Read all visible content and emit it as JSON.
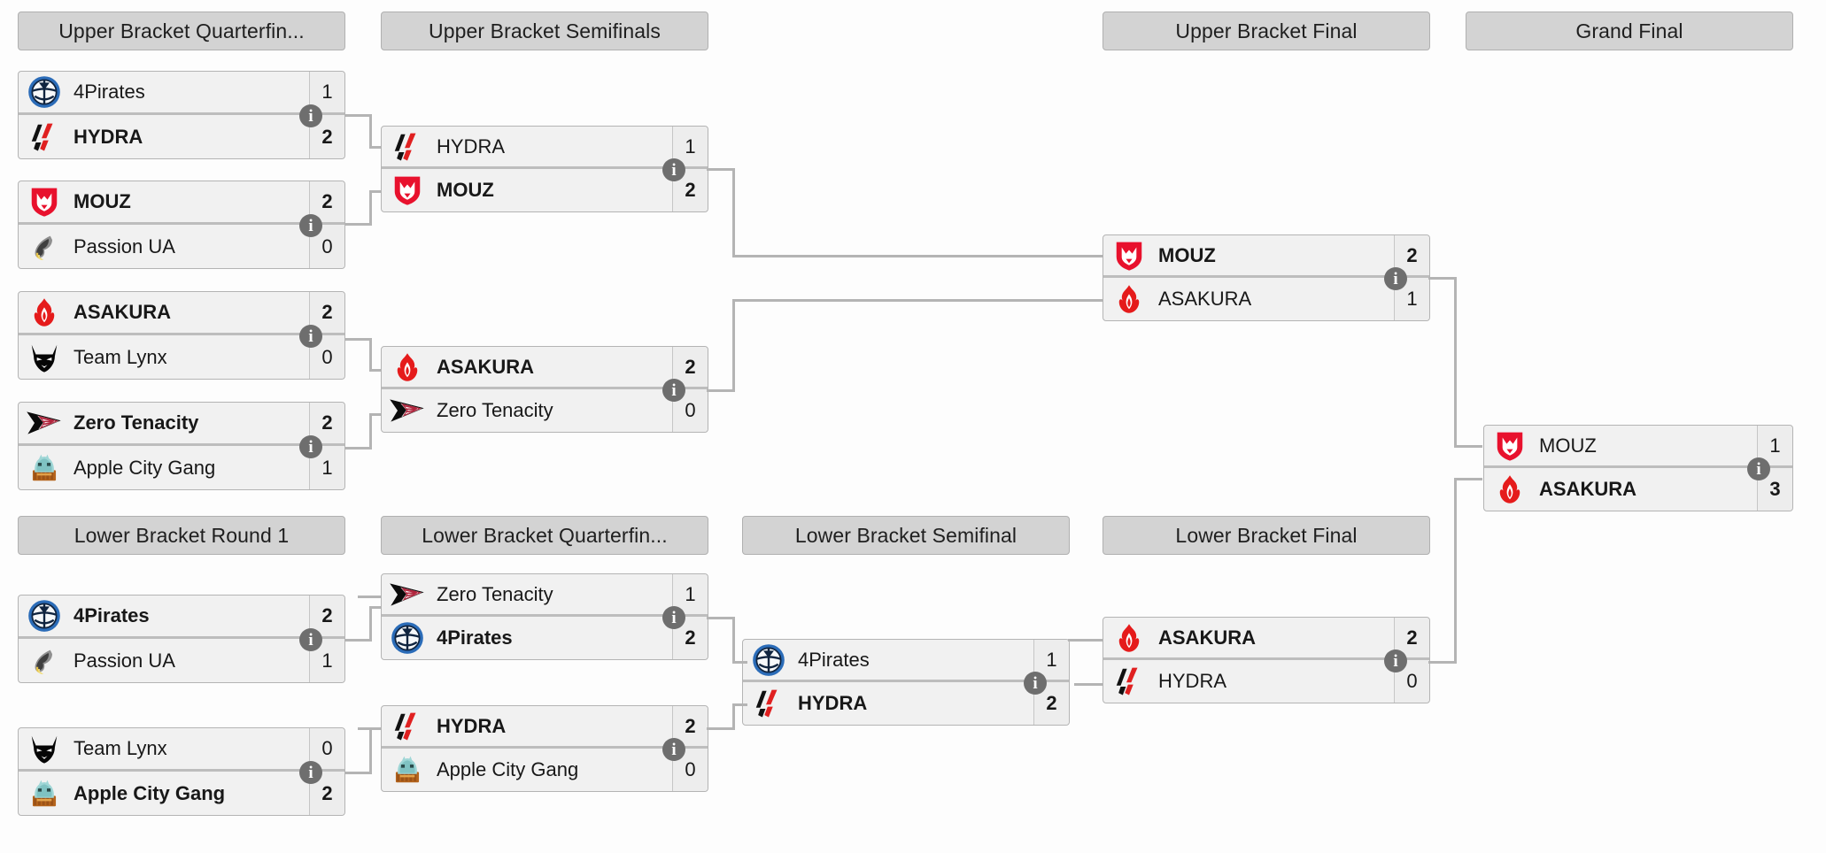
{
  "bracket": {
    "title": "Double Elimination Tournament Bracket",
    "info_glyph": "i",
    "colors": {
      "header_bg": "#d3d3d3",
      "match_bg": "#f1f1f1",
      "border": "#b4b4b4",
      "connector": "#b4b4b4",
      "badge": "#6e6e6e",
      "text": "#181818"
    },
    "rounds": [
      {
        "id": "ubqf",
        "label": "Upper Bracket Quarterfin..."
      },
      {
        "id": "ubsf",
        "label": "Upper Bracket Semifinals"
      },
      {
        "id": "ubf",
        "label": "Upper Bracket Final"
      },
      {
        "id": "gf",
        "label": "Grand Final"
      },
      {
        "id": "lbr1",
        "label": "Lower Bracket Round 1"
      },
      {
        "id": "lbqf",
        "label": "Lower Bracket Quarterfin..."
      },
      {
        "id": "lbsf",
        "label": "Lower Bracket Semifinal"
      },
      {
        "id": "lbf",
        "label": "Lower Bracket Final"
      }
    ],
    "matches": [
      {
        "id": "ubqf1",
        "round": "ubqf",
        "teams": [
          {
            "name": "4Pirates",
            "logo": "4pirates-logo",
            "score": "1",
            "winner": false
          },
          {
            "name": "HYDRA",
            "logo": "hydra-logo",
            "score": "2",
            "winner": true
          }
        ]
      },
      {
        "id": "ubqf2",
        "round": "ubqf",
        "teams": [
          {
            "name": "MOUZ",
            "logo": "mouz-logo",
            "score": "2",
            "winner": true
          },
          {
            "name": "Passion UA",
            "logo": "passionua-logo",
            "score": "0",
            "winner": false
          }
        ]
      },
      {
        "id": "ubqf3",
        "round": "ubqf",
        "teams": [
          {
            "name": "ASAKURA",
            "logo": "asakura-logo",
            "score": "2",
            "winner": true
          },
          {
            "name": "Team Lynx",
            "logo": "lynx-logo",
            "score": "0",
            "winner": false
          }
        ]
      },
      {
        "id": "ubqf4",
        "round": "ubqf",
        "teams": [
          {
            "name": "Zero Tenacity",
            "logo": "zerotenacity-logo",
            "score": "2",
            "winner": true
          },
          {
            "name": "Apple City Gang",
            "logo": "applecitygang-logo",
            "score": "1",
            "winner": false
          }
        ]
      },
      {
        "id": "ubsf1",
        "round": "ubsf",
        "teams": [
          {
            "name": "HYDRA",
            "logo": "hydra-logo",
            "score": "1",
            "winner": false
          },
          {
            "name": "MOUZ",
            "logo": "mouz-logo",
            "score": "2",
            "winner": true
          }
        ]
      },
      {
        "id": "ubsf2",
        "round": "ubsf",
        "teams": [
          {
            "name": "ASAKURA",
            "logo": "asakura-logo",
            "score": "2",
            "winner": true
          },
          {
            "name": "Zero Tenacity",
            "logo": "zerotenacity-logo",
            "score": "0",
            "winner": false
          }
        ]
      },
      {
        "id": "ubf1",
        "round": "ubf",
        "teams": [
          {
            "name": "MOUZ",
            "logo": "mouz-logo",
            "score": "2",
            "winner": true
          },
          {
            "name": "ASAKURA",
            "logo": "asakura-logo",
            "score": "1",
            "winner": false
          }
        ]
      },
      {
        "id": "gf1",
        "round": "gf",
        "teams": [
          {
            "name": "MOUZ",
            "logo": "mouz-logo",
            "score": "1",
            "winner": false
          },
          {
            "name": "ASAKURA",
            "logo": "asakura-logo",
            "score": "3",
            "winner": true
          }
        ]
      },
      {
        "id": "lbr1a",
        "round": "lbr1",
        "teams": [
          {
            "name": "4Pirates",
            "logo": "4pirates-logo",
            "score": "2",
            "winner": true
          },
          {
            "name": "Passion UA",
            "logo": "passionua-logo",
            "score": "1",
            "winner": false
          }
        ]
      },
      {
        "id": "lbr1b",
        "round": "lbr1",
        "teams": [
          {
            "name": "Team Lynx",
            "logo": "lynx-logo",
            "score": "0",
            "winner": false
          },
          {
            "name": "Apple City Gang",
            "logo": "applecitygang-logo",
            "score": "2",
            "winner": true
          }
        ]
      },
      {
        "id": "lbqf1",
        "round": "lbqf",
        "teams": [
          {
            "name": "Zero Tenacity",
            "logo": "zerotenacity-logo",
            "score": "1",
            "winner": false
          },
          {
            "name": "4Pirates",
            "logo": "4pirates-logo",
            "score": "2",
            "winner": true
          }
        ]
      },
      {
        "id": "lbqf2",
        "round": "lbqf",
        "teams": [
          {
            "name": "HYDRA",
            "logo": "hydra-logo",
            "score": "2",
            "winner": true
          },
          {
            "name": "Apple City Gang",
            "logo": "applecitygang-logo",
            "score": "0",
            "winner": false
          }
        ]
      },
      {
        "id": "lbsf1",
        "round": "lbsf",
        "teams": [
          {
            "name": "4Pirates",
            "logo": "4pirates-logo",
            "score": "1",
            "winner": false
          },
          {
            "name": "HYDRA",
            "logo": "hydra-logo",
            "score": "2",
            "winner": true
          }
        ]
      },
      {
        "id": "lbf1",
        "round": "lbf",
        "teams": [
          {
            "name": "ASAKURA",
            "logo": "asakura-logo",
            "score": "2",
            "winner": true
          },
          {
            "name": "HYDRA",
            "logo": "hydra-logo",
            "score": "0",
            "winner": false
          }
        ]
      }
    ]
  }
}
